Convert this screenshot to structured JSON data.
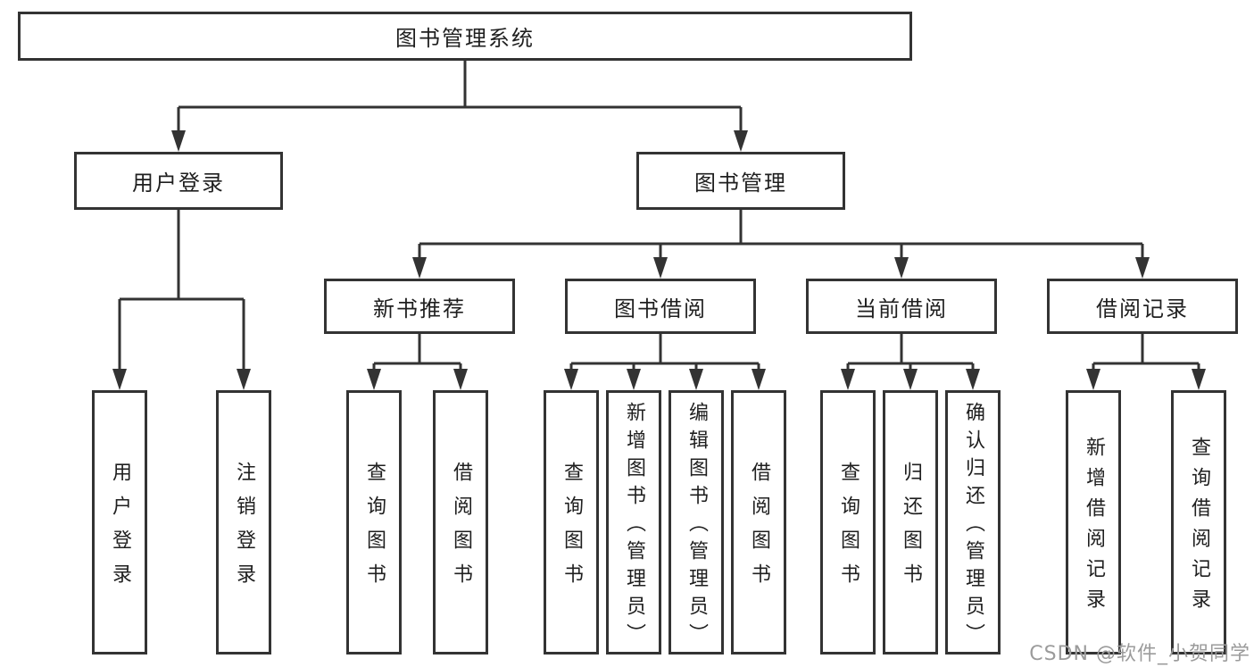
{
  "root": {
    "label": "图书管理系统"
  },
  "level2": [
    {
      "label": "用户登录"
    },
    {
      "label": "图书管理"
    }
  ],
  "level3": [
    {
      "label": "新书推荐"
    },
    {
      "label": "图书借阅"
    },
    {
      "label": "当前借阅"
    },
    {
      "label": "借阅记录"
    }
  ],
  "level4": [
    {
      "label": "用户登录"
    },
    {
      "label": "注销登录"
    },
    {
      "label": "查询图书"
    },
    {
      "label": "借阅图书"
    },
    {
      "label": "查询图书"
    },
    {
      "label": "新增图书（管理员）"
    },
    {
      "label": "编辑图书（管理员）"
    },
    {
      "label": "借阅图书"
    },
    {
      "label": "查询图书"
    },
    {
      "label": "归还图书"
    },
    {
      "label": "确认归还（管理员）"
    },
    {
      "label": "新增借阅记录"
    },
    {
      "label": "查询借阅记录"
    }
  ],
  "watermark": {
    "text": "CSDN @软件_小贺同学"
  },
  "colors": {
    "line": "#333333",
    "box_border": "#333333",
    "box_fill": "#ffffff",
    "text": "#1f1f1f",
    "watermark": "#9b9b9b"
  }
}
